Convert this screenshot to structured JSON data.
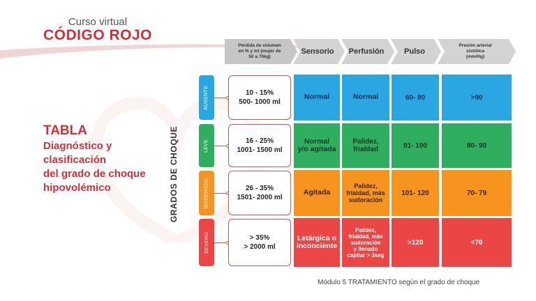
{
  "brand": {
    "subtitle": "Curso virtual",
    "title": "CÓDIGO ROJO"
  },
  "title": {
    "heading": "TABLA",
    "lines": [
      "Diagnóstico y",
      "clasificación",
      "del grado de choque",
      "hipovolémico"
    ]
  },
  "axis_label": "GRADOS DE CHOQUE",
  "headers": [
    {
      "lines": [
        "Pérdida de volumen",
        "en % y ml (mujer de",
        "50 a 70kg)"
      ],
      "style": "small"
    },
    {
      "lines": [
        "Sensorio"
      ],
      "style": "large"
    },
    {
      "lines": [
        "Perfusión"
      ],
      "style": "large"
    },
    {
      "lines": [
        "Pulso"
      ],
      "style": "large"
    },
    {
      "lines": [
        "Presión arterial",
        "sistólica",
        "(mm/Hg)"
      ],
      "style": "small"
    }
  ],
  "rows": [
    {
      "grade": "AUSENTE",
      "color": "#2aa7e3",
      "text_color": "#1a2d5a",
      "volume": [
        "10 - 15%",
        "500- 1000 ml"
      ],
      "cells": [
        {
          "lines": [
            "Normal"
          ]
        },
        {
          "lines": [
            "Normal"
          ]
        },
        {
          "lines": [
            "60- 90"
          ]
        },
        {
          "lines": [
            ">90"
          ]
        }
      ]
    },
    {
      "grade": "LEVE",
      "color": "#2fae60",
      "text_color": "#173a22",
      "volume": [
        "16 - 25%",
        "1001- 1500 ml"
      ],
      "cells": [
        {
          "lines": [
            "Normal",
            "y/o agitada"
          ]
        },
        {
          "lines": [
            "Palidez,",
            "frialdad"
          ]
        },
        {
          "lines": [
            "91- 100"
          ]
        },
        {
          "lines": [
            "80- 90"
          ]
        }
      ]
    },
    {
      "grade": "MODERADO",
      "color": "#f6941f",
      "text_color": "#3f2308",
      "volume": [
        "26 - 35%",
        "1501- 2000 ml"
      ],
      "cells": [
        {
          "lines": [
            "Agitada"
          ]
        },
        {
          "lines": [
            "Palidez,",
            "frialdad, más",
            "sudoración"
          ]
        },
        {
          "lines": [
            "101- 120"
          ]
        },
        {
          "lines": [
            "70- 79"
          ]
        }
      ]
    },
    {
      "grade": "SEVERO",
      "color": "#ec4545",
      "text_color": "#ffffff",
      "volume": [
        "> 35%",
        "> 2000 ml"
      ],
      "cells": [
        {
          "lines": [
            "Letárgica o",
            "inconciente"
          ]
        },
        {
          "lines": [
            "Palidez,",
            "frialdad, más",
            "sudoración",
            "y llenado",
            "capilar > 3seg"
          ]
        },
        {
          "lines": [
            ">120"
          ]
        },
        {
          "lines": [
            "<70"
          ]
        }
      ]
    }
  ],
  "caption": "Módulo 5 TRATAMIENTO según el grado de choque",
  "colors": {
    "brand_red": "#c8323a",
    "header_gray": "#d3d3d3",
    "header_gray_dark": "#c6c6c6"
  }
}
